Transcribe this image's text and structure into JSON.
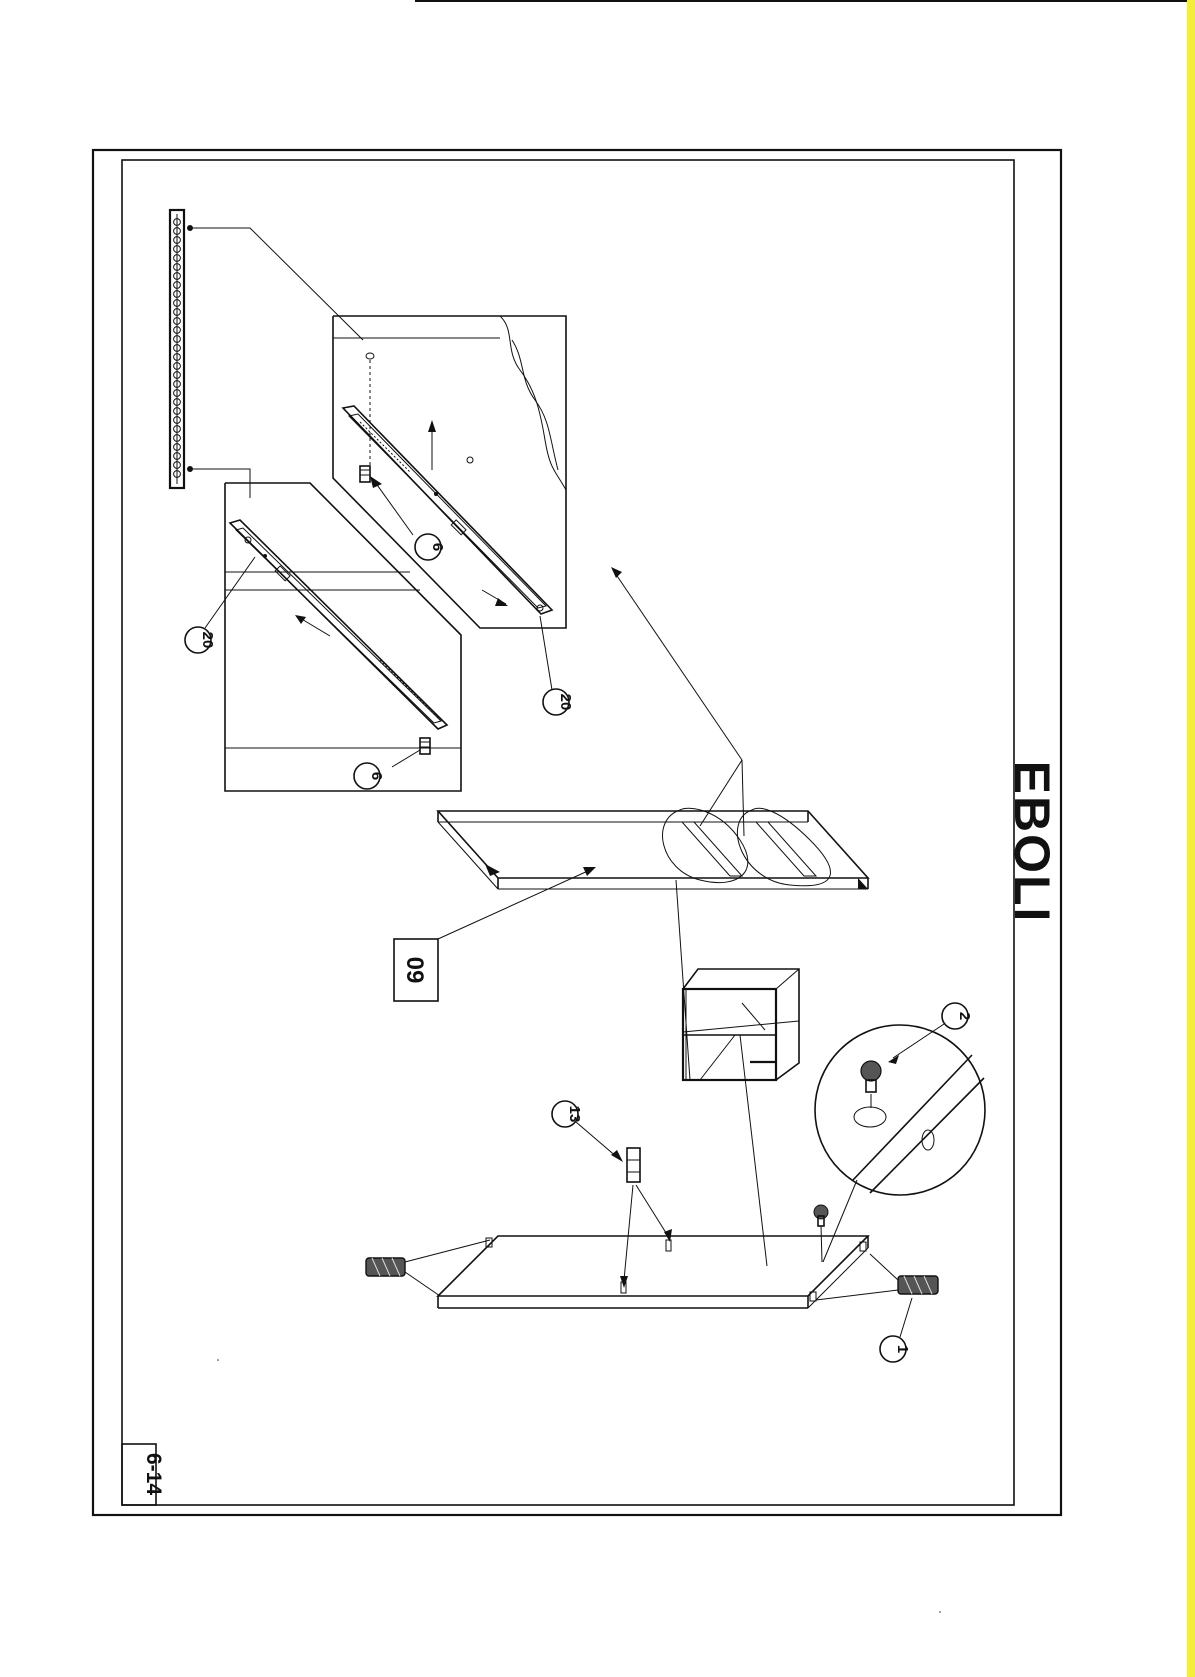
{
  "title": "EBOLI",
  "page_number": "6-14",
  "panel_code": "09",
  "callouts": {
    "cam_lock_top": "2",
    "dowel": "1",
    "connector": "13",
    "screw_left": "6",
    "screw_right": "6",
    "rail_left": "20",
    "rail_right": "20"
  },
  "colors": {
    "ink": "#111111",
    "paper": "#ffffff",
    "scan_edge": "#f2ee3a"
  }
}
